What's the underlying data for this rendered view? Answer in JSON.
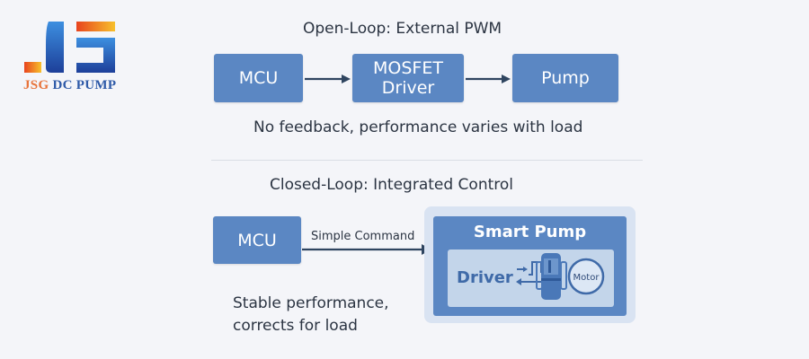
{
  "logo": {
    "brand_prefix": "JSG",
    "brand_suffix": "DC PUMP",
    "colors": {
      "orange": "#e8733a",
      "blue": "#2e5aa8"
    }
  },
  "open_loop": {
    "title": "Open-Loop: External PWM",
    "blocks": [
      {
        "label": "MCU"
      },
      {
        "label_line1": "MOSFET",
        "label_line2": "Driver"
      },
      {
        "label": "Pump"
      }
    ],
    "caption": "No feedback, performance varies with load"
  },
  "closed_loop": {
    "title": "Closed-Loop: Integrated Control",
    "mcu_label": "MCU",
    "arrow_label": "Simple Command",
    "smart_pump": {
      "title": "Smart Pump",
      "driver_label": "Driver",
      "motor_label": "Motor"
    },
    "caption_line1": "Stable performance,",
    "caption_line2": "corrects for load"
  },
  "colors": {
    "box_fill": "#5b87c3",
    "background": "#f4f5f9",
    "text": "#2b3442",
    "arrow": "#2f4560"
  }
}
